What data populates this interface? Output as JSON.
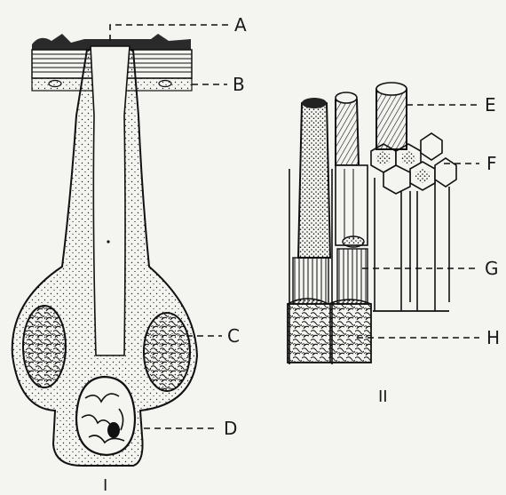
{
  "diagram": {
    "labels": {
      "a": "A",
      "b": "B",
      "c": "C",
      "d": "D",
      "e": "E",
      "f": "F",
      "g": "G",
      "h": "H"
    },
    "figure_numbers": {
      "left": "I",
      "right": "II"
    }
  }
}
